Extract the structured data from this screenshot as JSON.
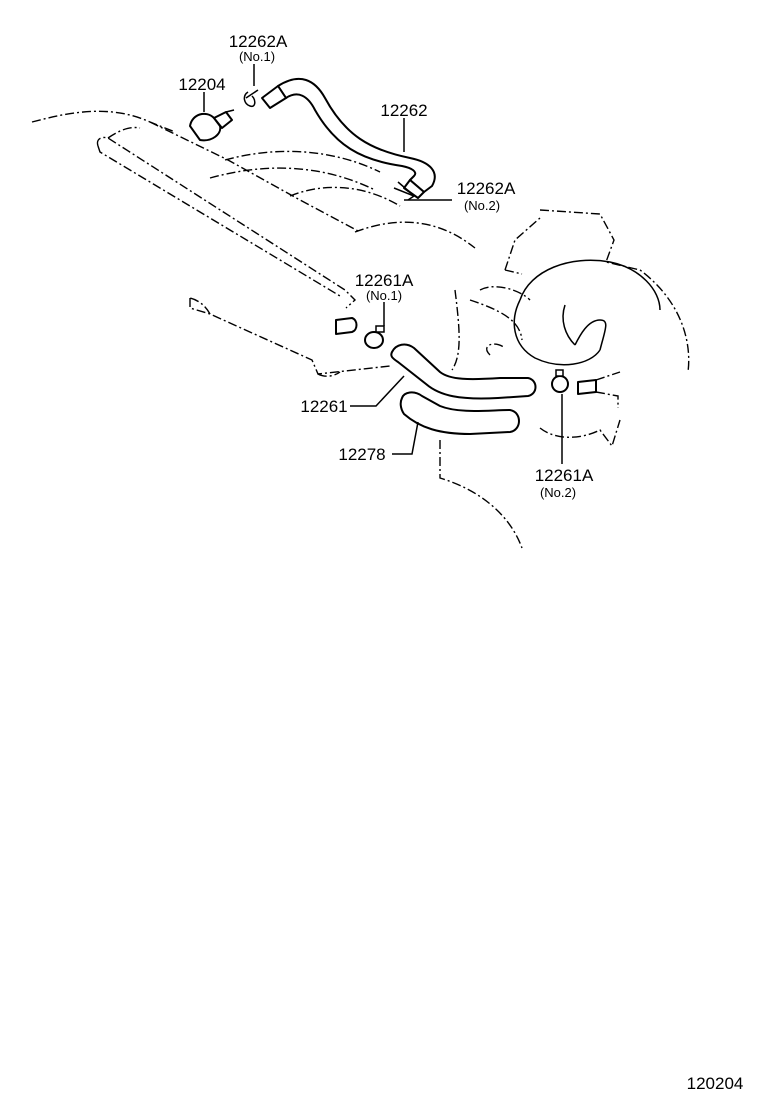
{
  "parts": {
    "p12262a_no1": {
      "number": "12262A",
      "sub": "(No.1)"
    },
    "p12204": {
      "number": "12204"
    },
    "p12262": {
      "number": "12262"
    },
    "p12262a_no2": {
      "number": "12262A",
      "sub": "(No.2)"
    },
    "p12261a_no1": {
      "number": "12261A",
      "sub": "(No.1)"
    },
    "p12261": {
      "number": "12261"
    },
    "p12278": {
      "number": "12278"
    },
    "p12261a_no2": {
      "number": "12261A",
      "sub": "(No.2)"
    }
  },
  "figure_code": "120204"
}
